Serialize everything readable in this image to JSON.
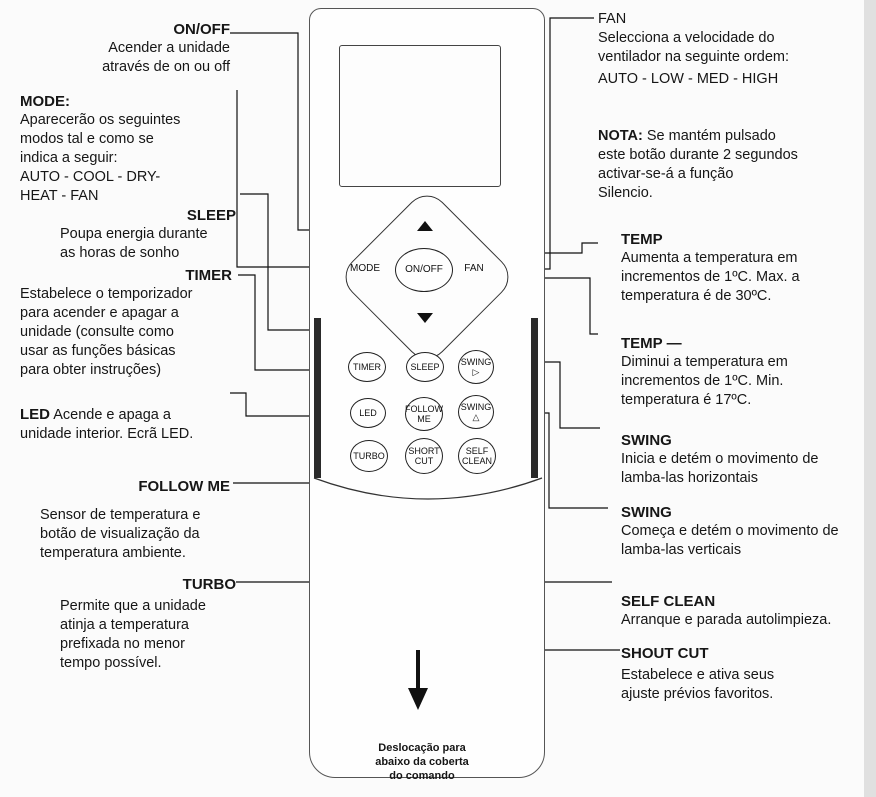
{
  "callouts": {
    "onoff": {
      "title": "ON/OFF",
      "desc": [
        "Acender a unidade",
        "através de on  ou off"
      ]
    },
    "mode": {
      "title": "MODE:",
      "desc": [
        "Aparecerão os seguintes",
        "modos tal e como se",
        "indica a seguir:",
        "AUTO - COOL - DRY-",
        "HEAT - FAN"
      ]
    },
    "sleep": {
      "title": "SLEEP",
      "desc": [
        "Poupa energia durante",
        "as horas de sonho"
      ]
    },
    "timer": {
      "title": "TIMER",
      "desc": [
        "Estabelece o temporizador",
        "para acender e apagar a",
        "unidade (consulte como",
        "usar as funções básicas",
        "para obter instruções)"
      ]
    },
    "led": {
      "title": "LED",
      "desc_inline": " Acende e apaga a",
      "desc": [
        "unidade interior. Ecrã LED."
      ]
    },
    "follow_me": {
      "title": "FOLLOW ME",
      "desc": [
        "Sensor de temperatura e",
        "botão de visualização da",
        "temperatura ambiente."
      ]
    },
    "turbo": {
      "title": "TURBO",
      "desc": [
        "Permite que a unidade",
        "atinja a temperatura",
        "prefixada no menor",
        "tempo possível."
      ]
    },
    "fan": {
      "title": "FAN",
      "desc": [
        "Selecciona a velocidade do",
        "ventilador na seguinte ordem:",
        "AUTO - LOW - MED - HIGH"
      ]
    },
    "nota": {
      "title": "NOTA:",
      "desc_inline": " Se mantém pulsado",
      "desc": [
        "este botão durante 2 segundos",
        "activar-se-á a função",
        "Silencio."
      ]
    },
    "temp_up": {
      "title": "TEMP",
      "desc": [
        "Aumenta a temperatura em",
        "incrementos de 1ºC. Max. a",
        "temperatura é de 30ºC."
      ]
    },
    "temp_down": {
      "title": "TEMP  —",
      "desc": [
        "Diminui a temperatura em",
        "incrementos de 1ºC. Min.",
        "temperatura é 17ºC."
      ]
    },
    "swing_h": {
      "title": "SWING",
      "desc": [
        "Inicia e detém o movimento de",
        "lamba-las horizontais"
      ]
    },
    "swing_v": {
      "title": "SWING",
      "desc": [
        "Começa e detém o movimento de",
        "lamba-las verticais"
      ]
    },
    "self_clean": {
      "title": "SELF CLEAN",
      "desc": [
        "Arranque e parada autolimpieza."
      ]
    },
    "shout_cut": {
      "title": "SHOUT CUT",
      "desc": [
        "Estabelece e ativa seus",
        "ajuste prévios favoritos."
      ]
    }
  },
  "remote": {
    "mode": "MODE",
    "onoff": "ON/OFF",
    "fan": "FAN",
    "timer": "TIMER",
    "sleep": "SLEEP",
    "swing1": [
      "SWING",
      "▷"
    ],
    "led": "LED",
    "follow": [
      "FOLLOW",
      "ME"
    ],
    "swing2": [
      "SWING",
      "△"
    ],
    "turbo": "TURBO",
    "short": [
      "SHORT",
      "CUT"
    ],
    "self": [
      "SELF",
      "CLEAN"
    ]
  },
  "caption": [
    "Deslocação para",
    "abaixo da coberta",
    "do comando"
  ]
}
